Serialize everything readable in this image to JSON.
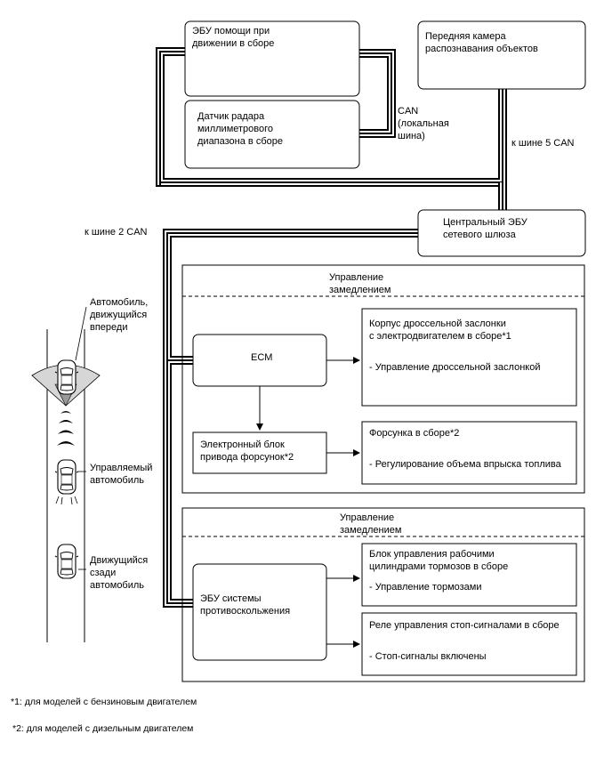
{
  "boxes": {
    "ebu_assist": "ЭБУ помощи при\nдвижении в сборе",
    "front_camera": "Передняя камера\nраспознавания объектов",
    "radar": "Датчик радара\nмиллиметрового\nдиапазона в сборе",
    "gateway": "Центральный ЭБУ\nсетевого шлюза",
    "ecm": "ECM",
    "injector_driver": "Электронный блок\nпривода форсунок*2",
    "throttle_title": "Корпус дроссельной заслонки\nс электродвигателем в сборе*1",
    "throttle_item": "- Управление дроссельной заслонкой",
    "injector_title": "Форсунка в сборе*2",
    "injector_item": "- Регулирование объема впрыска топлива",
    "abs_ebu": "ЭБУ системы\nпротивоскольжения",
    "brake_title": "Блок управления рабочими\nцилиндрами тормозов в сборе",
    "brake_item": "- Управление тормозами",
    "stoplamp_title": "Реле управления стоп-сигналами в сборе",
    "stoplamp_item": "- Стоп-сигналы включены"
  },
  "groups": {
    "decel1": "Управление\nзамедлением",
    "decel2": "Управление\nзамедлением"
  },
  "bus_labels": {
    "can_local": "CAN\n(локальная\nшина)",
    "can5": "к шине 5 CAN",
    "can2": "к шине 2 CAN"
  },
  "vehicles": {
    "ahead": "Автомобиль,\nдвижущийся\nвпереди",
    "own": "Управляемый\nавтомобиль",
    "behind": "Движущийся\nсзади\nавтомобиль"
  },
  "notes": {
    "note1": "*1: для моделей с бензиновым двигателем",
    "note2": "*2: для моделей с дизельным двигателем"
  },
  "icons": [
    "car-icon",
    "radar-beam-icon",
    "arrow-icon"
  ]
}
